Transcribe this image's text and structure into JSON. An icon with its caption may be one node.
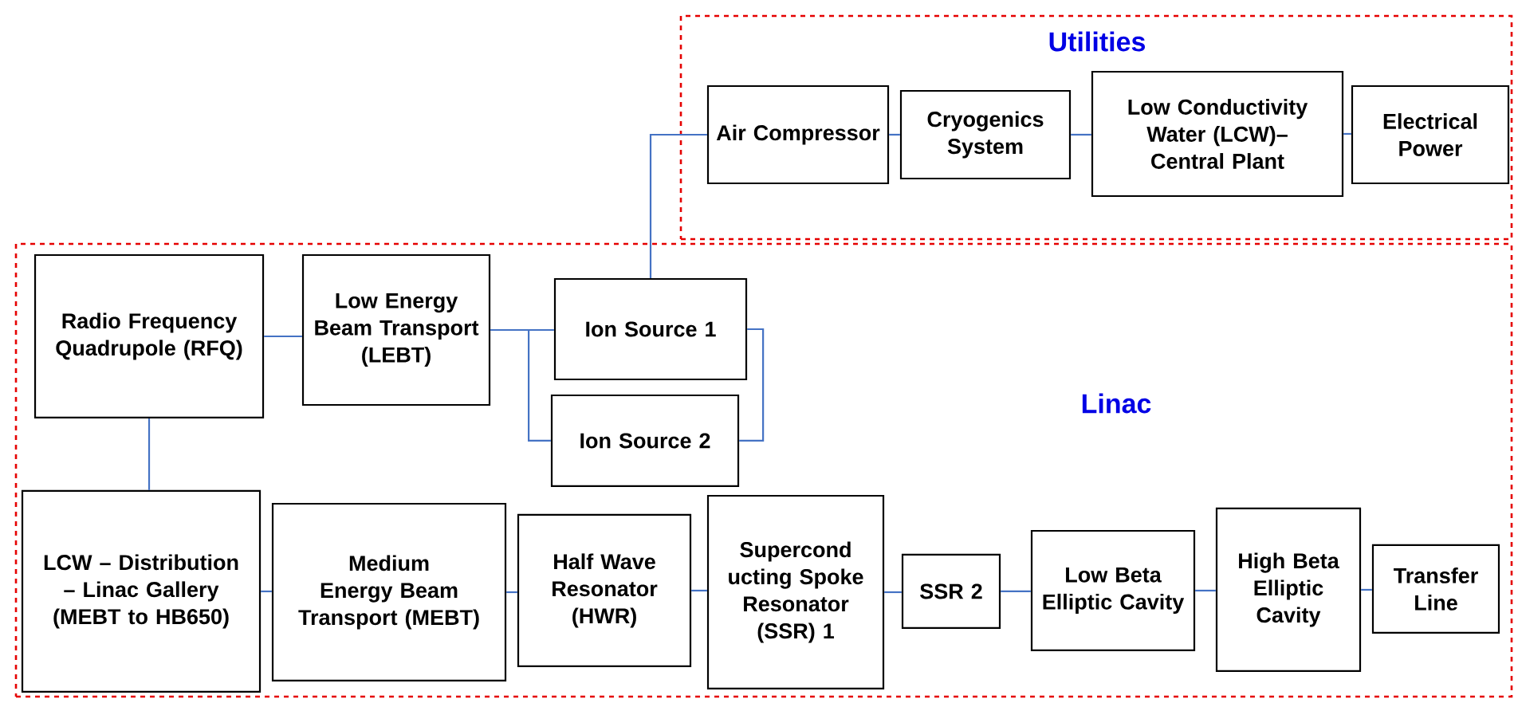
{
  "diagram": {
    "nodes": [
      {
        "text": [
          "Utilities"
        ]
      },
      {
        "text": [
          "Air Compressor"
        ],
        "in": 0
      },
      {
        "text": [
          "Cryogenics System"
        ],
        "in": 0
      },
      {
        "text": [
          "Low Conductivity Water (LCW)– Central Plant"
        ],
        "in": 0
      },
      {
        "text": [
          "Electrical Power"
        ],
        "in": 0
      },
      {
        "text": [
          "Linac"
        ]
      },
      {
        "text": [
          "Radio Frequency Quadrupole (RFQ)"
        ],
        "in": 5
      },
      {
        "text": [
          "Low Energy Beam Transport (LEBT)"
        ],
        "in": 5
      },
      {
        "text": [
          "Ion Source 1"
        ],
        "in": 5
      },
      {
        "text": [
          "Ion Source 2"
        ],
        "in": 5
      },
      {
        "text": [
          "LCW – Distribution – Linac Gallery (MEBT to HB650)"
        ],
        "in": 5
      },
      {
        "text": [
          "Medium Energy Beam Transport (MEBT)"
        ],
        "in": 5
      },
      {
        "text": [
          "Half Wave Resonator (HWR)"
        ],
        "in": 5
      },
      {
        "text": [
          "Supercond ucting Spoke Resonator (SSR) 1"
        ],
        "in": 5
      },
      {
        "text": [
          "SSR 2"
        ],
        "in": 5
      },
      {
        "text": [
          "Low Beta Elliptic Cavity"
        ],
        "in": 5
      },
      {
        "text": [
          "High Beta Elliptic Cavity"
        ],
        "in": 5
      },
      {
        "text": [
          "Transfer Line"
        ],
        "in": 5
      }
    ],
    "edges": [
      {
        "from": 1,
        "to": 2,
        "arrow": "none"
      },
      {
        "from": 2,
        "to": 3,
        "arrow": "none"
      },
      {
        "from": 3,
        "to": 4,
        "arrow": "none"
      },
      {
        "from": 8,
        "to": 1,
        "arrow": "none"
      },
      {
        "from": 6,
        "to": 7,
        "arrow": "none"
      },
      {
        "from": 7,
        "to": 8,
        "arrow": "none"
      },
      {
        "from": 7,
        "to": 9,
        "arrow": "none"
      },
      {
        "from": 8,
        "to": 9,
        "arrow": "none"
      },
      {
        "from": 6,
        "to": 10,
        "arrow": "none"
      },
      {
        "from": 10,
        "to": 11,
        "arrow": "none"
      },
      {
        "from": 11,
        "to": 12,
        "arrow": "none"
      },
      {
        "from": 12,
        "to": 13,
        "arrow": "none"
      },
      {
        "from": 13,
        "to": 14,
        "arrow": "none"
      },
      {
        "from": 14,
        "to": 15,
        "arrow": "none"
      },
      {
        "from": 15,
        "to": 16,
        "arrow": "none"
      },
      {
        "from": 16,
        "to": 17,
        "arrow": "none"
      }
    ]
  }
}
